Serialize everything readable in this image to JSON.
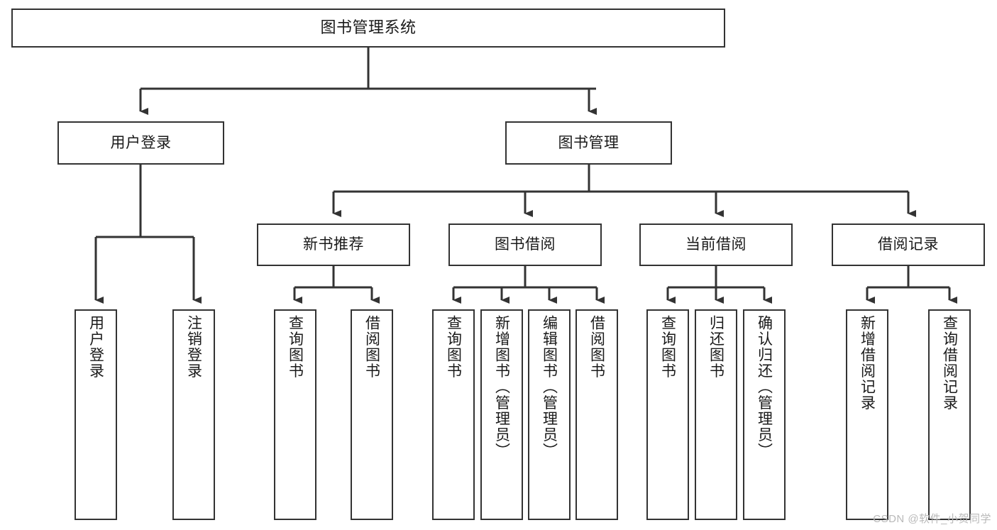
{
  "diagram": {
    "type": "tree-hierarchy",
    "title": "图书管理系统",
    "watermark": "CSDN @软件_小贺同学",
    "colors": {
      "background": "#ffffff",
      "node_border": "#333333",
      "node_fill": "#ffffff",
      "connector": "#333333",
      "text": "#1a1a1a",
      "watermark": "#b9b9b9"
    },
    "levels": [
      {
        "level": 1,
        "nodes": [
          {
            "id": "root",
            "label": "图书管理系统",
            "orientation": "horizontal"
          }
        ]
      },
      {
        "level": 2,
        "nodes": [
          {
            "id": "user-login",
            "label": "用户登录",
            "orientation": "horizontal",
            "parent": "root"
          },
          {
            "id": "book-mgmt",
            "label": "图书管理",
            "orientation": "horizontal",
            "parent": "root"
          }
        ]
      },
      {
        "level": 3,
        "nodes": [
          {
            "id": "new-book-rec",
            "label": "新书推荐",
            "orientation": "horizontal",
            "parent": "book-mgmt"
          },
          {
            "id": "book-borrow",
            "label": "图书借阅",
            "orientation": "horizontal",
            "parent": "book-mgmt"
          },
          {
            "id": "current-borrow",
            "label": "当前借阅",
            "orientation": "horizontal",
            "parent": "book-mgmt"
          },
          {
            "id": "borrow-record",
            "label": "借阅记录",
            "orientation": "horizontal",
            "parent": "book-mgmt"
          }
        ]
      },
      {
        "level": 4,
        "nodes": [
          {
            "id": "leaf-user-login",
            "label": "用户登录",
            "orientation": "vertical",
            "parent": "user-login"
          },
          {
            "id": "leaf-logout-login",
            "label": "注销登录",
            "orientation": "vertical",
            "parent": "user-login"
          },
          {
            "id": "leaf-query-book-1",
            "label": "查询图书",
            "orientation": "vertical",
            "parent": "new-book-rec"
          },
          {
            "id": "leaf-borrow-book-1",
            "label": "借阅图书",
            "orientation": "vertical",
            "parent": "new-book-rec"
          },
          {
            "id": "leaf-query-book-2",
            "label": "查询图书",
            "orientation": "vertical",
            "parent": "book-borrow"
          },
          {
            "id": "leaf-add-book",
            "label": "新增图书（管理员）",
            "orientation": "vertical",
            "parent": "book-borrow"
          },
          {
            "id": "leaf-edit-book",
            "label": "编辑图书（管理员）",
            "orientation": "vertical",
            "parent": "book-borrow"
          },
          {
            "id": "leaf-borrow-book-2",
            "label": "借阅图书",
            "orientation": "vertical",
            "parent": "book-borrow"
          },
          {
            "id": "leaf-query-book-3",
            "label": "查询图书",
            "orientation": "vertical",
            "parent": "current-borrow"
          },
          {
            "id": "leaf-return-book",
            "label": "归还图书",
            "orientation": "vertical",
            "parent": "current-borrow"
          },
          {
            "id": "leaf-confirm-return",
            "label": "确认归还（管理员）",
            "orientation": "vertical",
            "parent": "current-borrow"
          },
          {
            "id": "leaf-add-record",
            "label": "新增借阅记录",
            "orientation": "vertical",
            "parent": "borrow-record"
          },
          {
            "id": "leaf-query-record",
            "label": "查询借阅记录",
            "orientation": "vertical",
            "parent": "borrow-record"
          }
        ]
      }
    ]
  }
}
